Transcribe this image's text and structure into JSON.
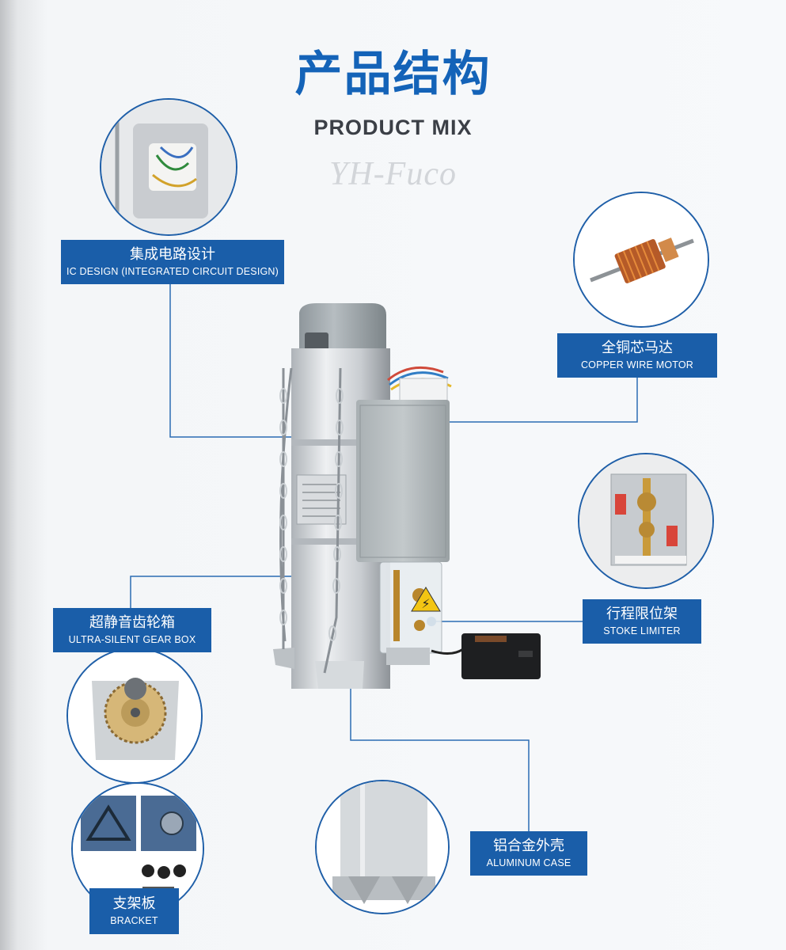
{
  "title_cn": "产品结构",
  "title_en": "PRODUCT MIX",
  "watermark": "YH-Fuco",
  "labels": {
    "ic_design": {
      "cn": "集成电路设计",
      "en": "IC DESIGN (INTEGRATED CIRCUIT DESIGN)"
    },
    "copper_motor": {
      "cn": "全铜芯马达",
      "en": "COPPER WIRE MOTOR"
    },
    "gear_box": {
      "cn": "超静音齿轮箱",
      "en": "ULTRA-SILENT GEAR BOX"
    },
    "stoke_limiter": {
      "cn": "行程限位架",
      "en": "STOKE LIMITER"
    },
    "aluminum_case": {
      "cn": "铝合金外壳",
      "en": "ALUMINUM CASE"
    },
    "bracket": {
      "cn": "支架板",
      "en": "BRACKET"
    }
  },
  "colors": {
    "brand_blue": "#1a5ea9",
    "title_blue": "#1463b8",
    "line_blue": "#2b6cb3"
  }
}
